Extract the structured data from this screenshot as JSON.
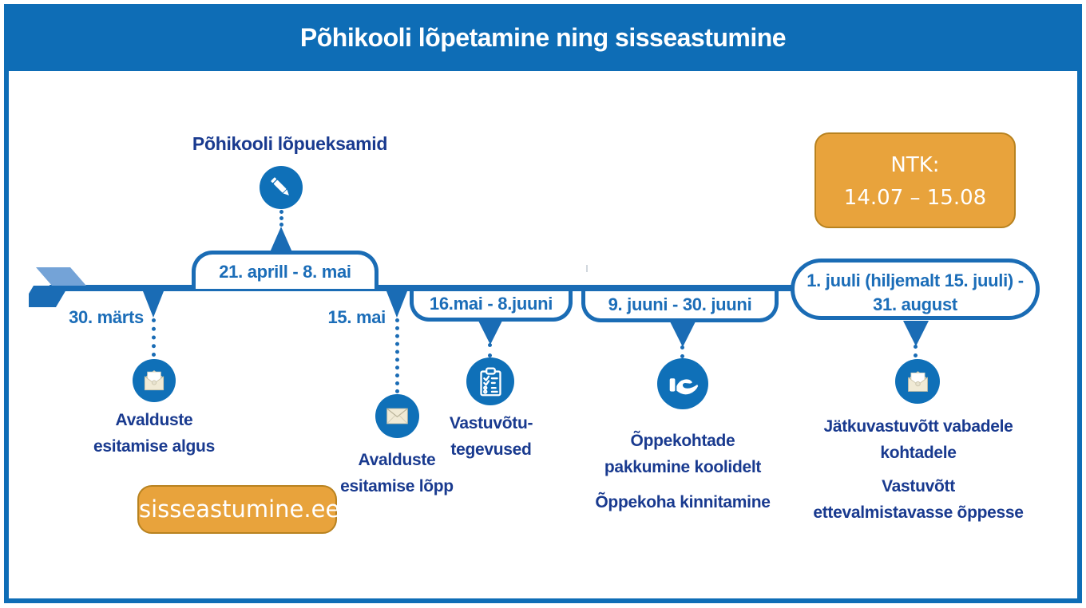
{
  "header": {
    "title": "Põhikooli lõpetamine ning sisseastumine"
  },
  "colors": {
    "primary_blue": "#0e6db6",
    "diagram_blue": "#1a6cb5",
    "icon_circle_blue": "#0f70b8",
    "navy_text": "#193a8f",
    "light_arrow_blue": "#74a3d7",
    "orange": "#e8a33c",
    "orange_border": "#b8821f",
    "envelope_cream": "#f0ead5"
  },
  "milestones": {
    "exams": {
      "title": "Põhikooli lõpueksamid",
      "icon": "pen-icon",
      "date_range": "21. aprill - 8. mai"
    },
    "apply_start": {
      "date": "30. märts",
      "icon": "open-envelope-icon",
      "label_line1": "Avalduste",
      "label_line2": "esitamise algus"
    },
    "apply_end": {
      "date": "15. mai",
      "icon": "closed-envelope-icon",
      "label_line1": "Avalduste",
      "label_line2": "esitamise lõpp"
    },
    "admission_activities": {
      "date_range": "16.mai - 8.juuni",
      "icon": "checklist-clipboard-icon",
      "label_line1": "Vastuvõtu-",
      "label_line2": "tegevused"
    },
    "offers": {
      "date_range": "9. juuni - 30. juuni",
      "icon": "offering-hand-icon",
      "label1_line1": "Õppekohtade",
      "label1_line2": "pakkumine koolidelt",
      "label2": "Õppekoha kinnitamine"
    },
    "continued_admission": {
      "date_range_line1": "1. juuli (hiljemalt 15. juuli) -",
      "date_range_line2": "31. august",
      "icon": "open-envelope-icon",
      "label1_line1": "Jätkuvastuvõtt vabadele",
      "label1_line2": "kohtadele",
      "label2_line1": "Vastuvõtt",
      "label2_line2": "ettevalmistavasse õppesse"
    }
  },
  "badges": {
    "ntk": {
      "line1": "NTK:",
      "line2": "14.07 – 15.08"
    },
    "website": {
      "label": "sisseastumine.ee"
    }
  }
}
